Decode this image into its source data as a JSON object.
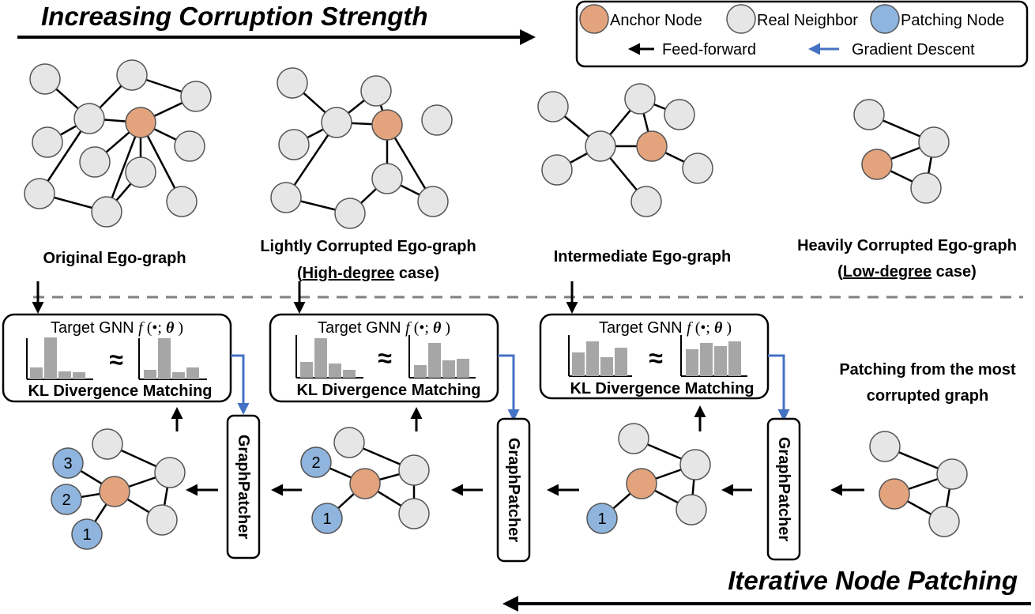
{
  "title": "Increasing Corruption Strength",
  "bottom_title": "Iterative Node Patching",
  "legend": {
    "anchor": "Anchor Node",
    "real": "Real Neighbor",
    "patching": "Patching Node",
    "feedforward": "Feed-forward",
    "gradient": "Gradient Descent"
  },
  "graph_labels": {
    "original": "Original Ego-graph",
    "light_line1": "Lightly Corrupted Ego-graph",
    "light_open": "(",
    "light_case": "High-degree",
    "light_close": " case)",
    "intermediate": "Intermediate Ego-graph",
    "heavy_line1": "Heavily Corrupted Ego-graph",
    "heavy_open": "(",
    "heavy_case": "Low-degree",
    "heavy_close": " case)"
  },
  "gnn_box": {
    "title_text": "Target GNN ",
    "formula_f": "f",
    "formula_mid": " (•; ",
    "formula_theta": "θ",
    "formula_close": " )",
    "approx": "≈",
    "kl_label": "KL Divergence Matching"
  },
  "patcher_label": "GraphPatcher",
  "patching_text_line1": "Patching from the most",
  "patching_text_line2": "corrupted graph",
  "patch_numbers": [
    "3",
    "2",
    "1",
    "2",
    "1",
    "1"
  ],
  "colors": {
    "anchor": "#e3a37d",
    "real": "#e6e6e6",
    "patching": "#8fb4dd",
    "gradient_arrow": "#4472c4",
    "bars": "#a6a6a6",
    "dashed": "#808080"
  }
}
